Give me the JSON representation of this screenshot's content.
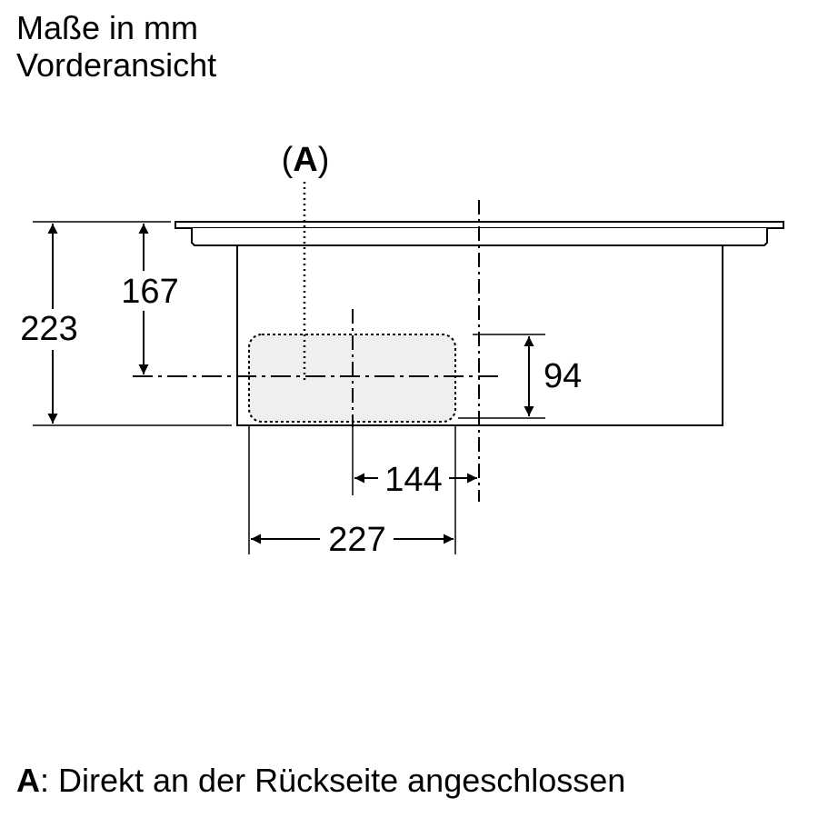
{
  "header": {
    "units": "Maße in mm",
    "view": "Vorderansicht"
  },
  "callout": {
    "open": "(",
    "letter": "A",
    "close": ")"
  },
  "dimensions": {
    "total_height": "223",
    "axis_height": "167",
    "box_height": "94",
    "offset_width": "144",
    "box_width": "227"
  },
  "legend": {
    "key": "A",
    "text": ": Direkt an der Rückseite angeschlossen"
  },
  "colors": {
    "line": "#000000",
    "box_fill": "#efefef"
  }
}
